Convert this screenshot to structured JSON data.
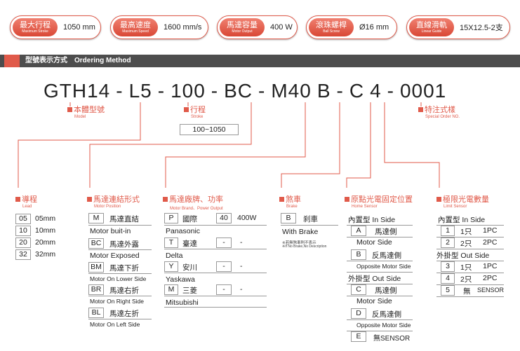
{
  "specs": [
    {
      "zh": "最大行程",
      "en": "Maximum Stroke",
      "value": "1050 mm"
    },
    {
      "zh": "最高速度",
      "en": "Maximum Speed",
      "value": "1600 mm/s"
    },
    {
      "zh": "馬達容量",
      "en": "Motor Output",
      "value": "400 W"
    },
    {
      "zh": "滾珠螺桿",
      "en": "Ball Screw",
      "value": "Ø16 mm"
    },
    {
      "zh": "直線滑軌",
      "en": "Linear Guide",
      "value": "15X12.5-2支"
    }
  ],
  "section_title": "型號表示方式　Ordering Method",
  "code": [
    "GTH14",
    "-",
    "L5",
    "-",
    "100",
    "-",
    "BC",
    "-",
    "M40",
    "B",
    "-",
    "C",
    "4",
    "-",
    "0001"
  ],
  "model": {
    "zh": "本體型號",
    "en": "Model"
  },
  "stroke": {
    "zh": "行程",
    "en": "Stroke",
    "range": "100~1050"
  },
  "special": {
    "zh": "特注式樣",
    "en": "Special Order NO."
  },
  "lead": {
    "zh": "導程",
    "en": "Lead",
    "rows": [
      [
        "05",
        "05mm"
      ],
      [
        "10",
        "10mm"
      ],
      [
        "20",
        "20mm"
      ],
      [
        "32",
        "32mm"
      ]
    ]
  },
  "motor_position": {
    "zh": "馬達連結形式",
    "en": "Motor Position",
    "rows": [
      {
        "code": "M",
        "zh": "馬達直結",
        "en": "Motor buit-in"
      },
      {
        "code": "BC",
        "zh": "馬達外露",
        "en": "Motor Exposed"
      },
      {
        "code": "BM",
        "zh": "馬達下折",
        "en": "Motor On Lower Side"
      },
      {
        "code": "BR",
        "zh": "馬達右折",
        "en": "Motor On Right Side"
      },
      {
        "code": "BL",
        "zh": "馬達左折",
        "en": "Motor On Left Side"
      }
    ]
  },
  "motor_brand": {
    "zh": "馬達廠牌、功率",
    "en": "Motor Brand、Power Output",
    "rows": [
      {
        "code": "P",
        "zh": "國際",
        "pc": "40",
        "pv": "400W",
        "en": "Panasonic"
      },
      {
        "code": "T",
        "zh": "臺達",
        "pc": "-",
        "pv": "-",
        "en": "Delta"
      },
      {
        "code": "Y",
        "zh": "安川",
        "pc": "-",
        "pv": "-",
        "en": "Yaskawa"
      },
      {
        "code": "M",
        "zh": "三菱",
        "pc": "-",
        "pv": "-",
        "en": "Mitsubishi"
      }
    ]
  },
  "brake": {
    "zh": "煞車",
    "en": "Brake",
    "code": "B",
    "label": "刹車",
    "en_label": "With Brake",
    "note": "※若無煞車則不表示",
    "note_en": "※If No Brake,No Description"
  },
  "home_sensor": {
    "zh": "原點光電固定位置",
    "en": "Home Sensor",
    "rows": [
      {
        "type": "header",
        "text": "內置型 In Side"
      },
      {
        "type": "row",
        "code": "A",
        "text": "馬達側"
      },
      {
        "type": "en",
        "text": "Motor Side"
      },
      {
        "type": "row",
        "code": "B",
        "text": "反馬達側"
      },
      {
        "type": "en",
        "text": "Opposite Motor Side"
      },
      {
        "type": "header",
        "text": "外掛型 Out Side"
      },
      {
        "type": "row",
        "code": "C",
        "text": "馬達側"
      },
      {
        "type": "en",
        "text": "Motor Side"
      },
      {
        "type": "row",
        "code": "D",
        "text": "反馬達側"
      },
      {
        "type": "en",
        "text": "Opposite Motor Side"
      },
      {
        "type": "row",
        "code": "E",
        "text": "無SENSOR"
      }
    ]
  },
  "limit_sensor": {
    "zh": "極限光電數量",
    "en": "Limit Sensor",
    "in_side": "內置型 In Side",
    "out_side": "外掛型 Out Side",
    "rows": [
      [
        "1",
        "1只",
        "1PC"
      ],
      [
        "2",
        "2只",
        "2PC"
      ],
      [
        "3",
        "1只",
        "1PC"
      ],
      [
        "4",
        "2只",
        "2PC"
      ],
      [
        "5",
        "無",
        "SENSOR"
      ]
    ]
  },
  "colors": {
    "accent": "#e05a4a",
    "bar": "#4d4d4d"
  }
}
